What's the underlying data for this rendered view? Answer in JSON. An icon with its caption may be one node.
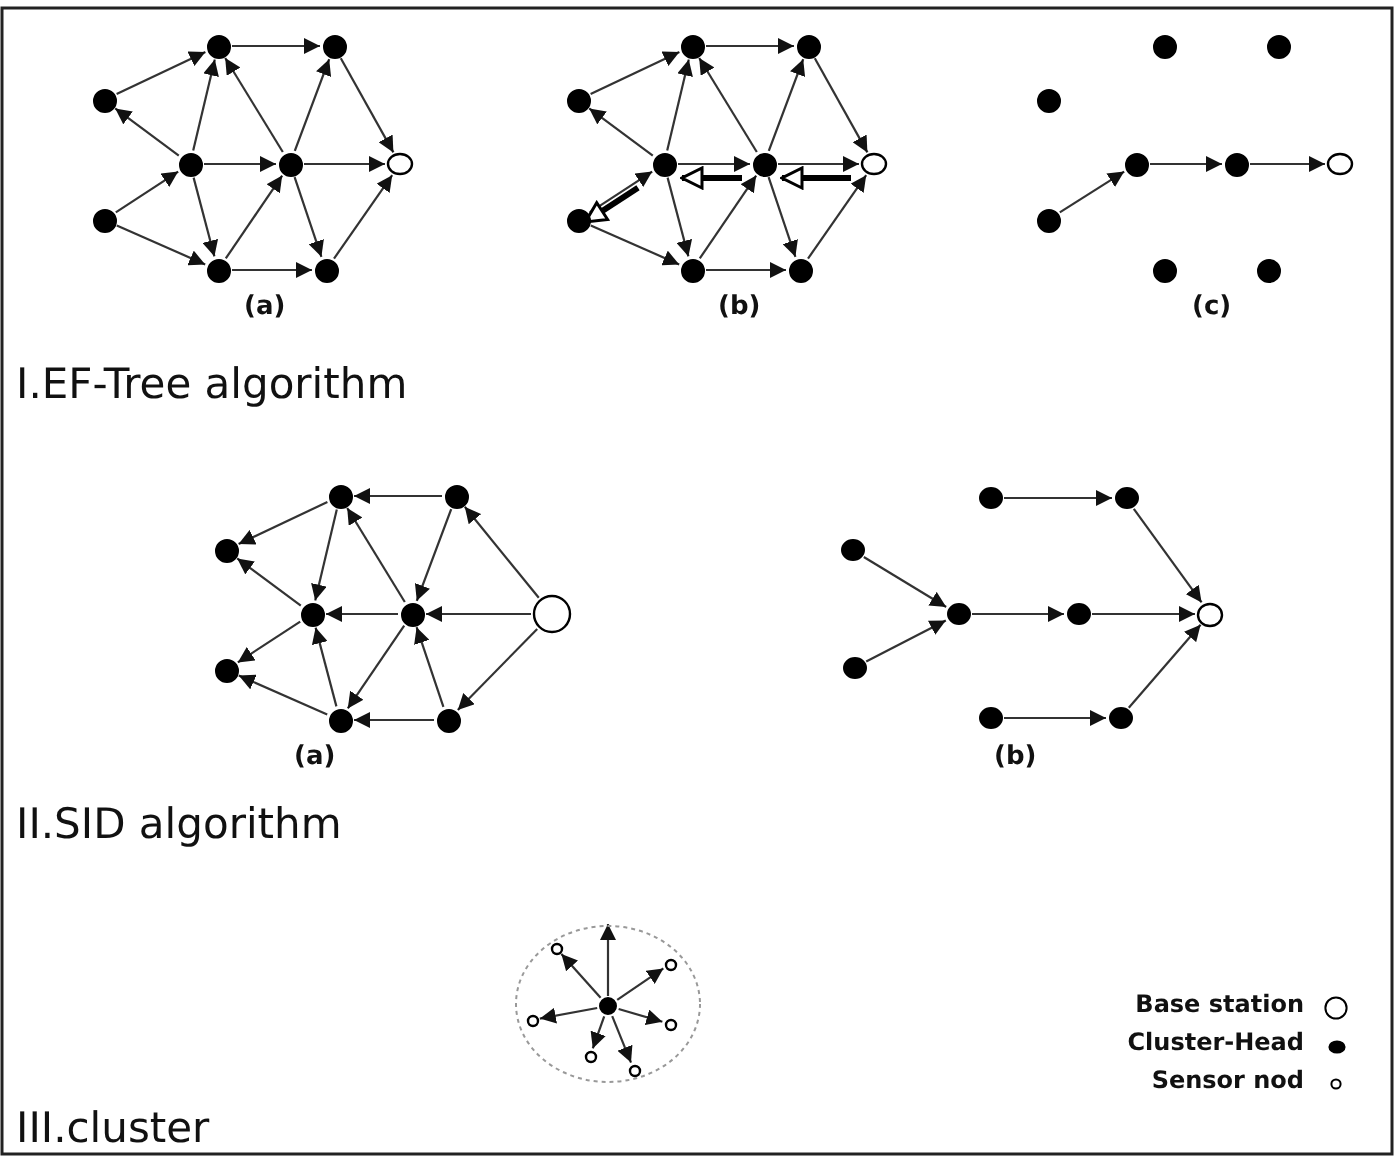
{
  "diagram": {
    "nodes": [
      {
        "text": [],
        "shape": "circle"
      },
      {
        "text": [],
        "shape": "circle"
      },
      {
        "text": [],
        "shape": "circle"
      },
      {
        "text": [],
        "shape": "circle"
      },
      {
        "text": [],
        "shape": "circle"
      },
      {
        "text": [],
        "shape": "circle"
      },
      {
        "text": [],
        "shape": "circle"
      },
      {
        "text": [],
        "shape": "circle"
      },
      {
        "text": [],
        "shape": "circle"
      },
      {
        "text": [],
        "shape": "circle"
      },
      {
        "text": [],
        "shape": "circle"
      },
      {
        "text": [],
        "shape": "circle"
      },
      {
        "text": [],
        "shape": "circle"
      },
      {
        "text": [],
        "shape": "circle"
      },
      {
        "text": [],
        "shape": "circle"
      },
      {
        "text": [],
        "shape": "circle"
      },
      {
        "text": [],
        "shape": "circle"
      },
      {
        "text": [],
        "shape": "circle"
      },
      {
        "text": [],
        "shape": "circle"
      },
      {
        "text": [],
        "shape": "circle"
      },
      {
        "text": [],
        "shape": "circle"
      },
      {
        "text": [],
        "shape": "circle"
      },
      {
        "text": [],
        "shape": "circle"
      },
      {
        "text": [],
        "shape": "circle"
      },
      {
        "text": [],
        "shape": "circle"
      },
      {
        "text": [],
        "shape": "circle"
      },
      {
        "text": [],
        "shape": "circle"
      },
      {
        "text": [],
        "shape": "circle"
      },
      {
        "text": [],
        "shape": "circle"
      },
      {
        "text": [],
        "shape": "circle"
      },
      {
        "text": [],
        "shape": "circle"
      },
      {
        "text": [],
        "shape": "circle"
      },
      {
        "text": [],
        "shape": "circle"
      },
      {
        "text": [],
        "shape": "circle"
      },
      {
        "text": [],
        "shape": "circle"
      },
      {
        "text": [],
        "shape": "circle"
      },
      {
        "text": [],
        "shape": "circle"
      },
      {
        "text": [],
        "shape": "circle"
      },
      {
        "text": [],
        "shape": "circle"
      },
      {
        "text": [],
        "shape": "circle"
      },
      {
        "text": [],
        "shape": "circle"
      },
      {
        "text": [],
        "shape": "circle"
      },
      {
        "text": [],
        "shape": "circle"
      },
      {
        "text": [],
        "shape": "circle"
      },
      {
        "text": [],
        "shape": "circle"
      },
      {
        "text": [],
        "shape": "circle"
      },
      {
        "text": [],
        "shape": "circle",
        "in": 45
      },
      {
        "text": [],
        "shape": "circle",
        "in": 45
      },
      {
        "text": [],
        "shape": "circle",
        "in": 45
      },
      {
        "text": [],
        "shape": "circle",
        "in": 45
      },
      {
        "text": [],
        "shape": "circle",
        "in": 45
      },
      {
        "text": [],
        "shape": "circle",
        "in": 45
      },
      {
        "text": [],
        "shape": "circle",
        "in": 45
      }
    ],
    "edges": [
      {
        "from": 2,
        "to": 0,
        "arrow": "to"
      },
      {
        "from": 3,
        "to": 2,
        "arrow": "to"
      },
      {
        "from": 6,
        "to": 3,
        "arrow": "to"
      },
      {
        "from": 6,
        "to": 7,
        "arrow": "to"
      },
      {
        "from": 3,
        "to": 0,
        "arrow": "to"
      },
      {
        "from": 4,
        "to": 0,
        "arrow": "to"
      },
      {
        "from": 0,
        "to": 1,
        "arrow": "to"
      },
      {
        "from": 4,
        "to": 1,
        "arrow": "to"
      },
      {
        "from": 1,
        "to": 5,
        "arrow": "to"
      },
      {
        "from": 3,
        "to": 4,
        "arrow": "to"
      },
      {
        "from": 4,
        "to": 5,
        "arrow": "to"
      },
      {
        "from": 3,
        "to": 7,
        "arrow": "to"
      },
      {
        "from": 7,
        "to": 4,
        "arrow": "to"
      },
      {
        "from": 4,
        "to": 8,
        "arrow": "to"
      },
      {
        "from": 7,
        "to": 8,
        "arrow": "to"
      },
      {
        "from": 8,
        "to": 5,
        "arrow": "to"
      },
      {
        "from": 11,
        "to": 9,
        "arrow": "to"
      },
      {
        "from": 12,
        "to": 11,
        "arrow": "to"
      },
      {
        "from": 15,
        "to": 12,
        "arrow": "to"
      },
      {
        "from": 15,
        "to": 16,
        "arrow": "to"
      },
      {
        "from": 12,
        "to": 9,
        "arrow": "to"
      },
      {
        "from": 13,
        "to": 9,
        "arrow": "to"
      },
      {
        "from": 9,
        "to": 10,
        "arrow": "to"
      },
      {
        "from": 13,
        "to": 10,
        "arrow": "to"
      },
      {
        "from": 10,
        "to": 14,
        "arrow": "to"
      },
      {
        "from": 12,
        "to": 13,
        "arrow": "to"
      },
      {
        "from": 13,
        "to": 14,
        "arrow": "to"
      },
      {
        "from": 12,
        "to": 16,
        "arrow": "to"
      },
      {
        "from": 16,
        "to": 13,
        "arrow": "to"
      },
      {
        "from": 13,
        "to": 17,
        "arrow": "to"
      },
      {
        "from": 16,
        "to": 17,
        "arrow": "to"
      },
      {
        "from": 17,
        "to": 14,
        "arrow": "to"
      },
      {
        "from": 14,
        "to": 13,
        "arrow": "to",
        "style": "thick"
      },
      {
        "from": 13,
        "to": 12,
        "arrow": "to",
        "style": "thick"
      },
      {
        "from": 12,
        "to": 15,
        "arrow": "to",
        "style": "thick"
      },
      {
        "from": 24,
        "to": 21,
        "arrow": "to"
      },
      {
        "from": 21,
        "to": 22,
        "arrow": "to"
      },
      {
        "from": 22,
        "to": 23,
        "arrow": "to"
      },
      {
        "from": 27,
        "to": 29,
        "arrow": "to"
      },
      {
        "from": 30,
        "to": 29,
        "arrow": "to"
      },
      {
        "from": 30,
        "to": 33,
        "arrow": "to"
      },
      {
        "from": 34,
        "to": 33,
        "arrow": "to"
      },
      {
        "from": 28,
        "to": 27,
        "arrow": "to"
      },
      {
        "from": 31,
        "to": 27,
        "arrow": "to"
      },
      {
        "from": 27,
        "to": 30,
        "arrow": "to"
      },
      {
        "from": 28,
        "to": 31,
        "arrow": "to"
      },
      {
        "from": 32,
        "to": 28,
        "arrow": "to"
      },
      {
        "from": 31,
        "to": 30,
        "arrow": "to"
      },
      {
        "from": 32,
        "to": 31,
        "arrow": "to"
      },
      {
        "from": 34,
        "to": 30,
        "arrow": "to"
      },
      {
        "from": 31,
        "to": 34,
        "arrow": "to"
      },
      {
        "from": 35,
        "to": 31,
        "arrow": "to"
      },
      {
        "from": 35,
        "to": 34,
        "arrow": "to"
      },
      {
        "from": 32,
        "to": 35,
        "arrow": "to"
      },
      {
        "from": 36,
        "to": 37,
        "arrow": "to"
      },
      {
        "from": 37,
        "to": 41,
        "arrow": "to"
      },
      {
        "from": 38,
        "to": 39,
        "arrow": "to"
      },
      {
        "from": 42,
        "to": 39,
        "arrow": "to"
      },
      {
        "from": 39,
        "to": 40,
        "arrow": "to"
      },
      {
        "from": 40,
        "to": 41,
        "arrow": "to"
      },
      {
        "from": 43,
        "to": 44,
        "arrow": "to"
      },
      {
        "from": 44,
        "to": 41,
        "arrow": "to"
      },
      {
        "from": 48,
        "to": 46,
        "arrow": "to"
      },
      {
        "from": 48,
        "to": 47,
        "arrow": "to"
      },
      {
        "from": 48,
        "to": 49,
        "arrow": "to"
      },
      {
        "from": 48,
        "to": 50,
        "arrow": "to"
      },
      {
        "from": 48,
        "to": 51,
        "arrow": "to"
      },
      {
        "from": 48,
        "to": 52,
        "arrow": "to"
      },
      {
        "from": 48,
        "to": 45,
        "arrow": "to"
      }
    ],
    "labels": [
      "(a)",
      "(b)",
      "(c)",
      "I.EF-Tree algorithm",
      "(a)",
      "(b)",
      "II.SID algorithm",
      "III.cluster"
    ],
    "legend": [
      {
        "text": "Base station"
      },
      {
        "text": "Cluster-Head"
      },
      {
        "text": "Sensor nod"
      }
    ]
  }
}
